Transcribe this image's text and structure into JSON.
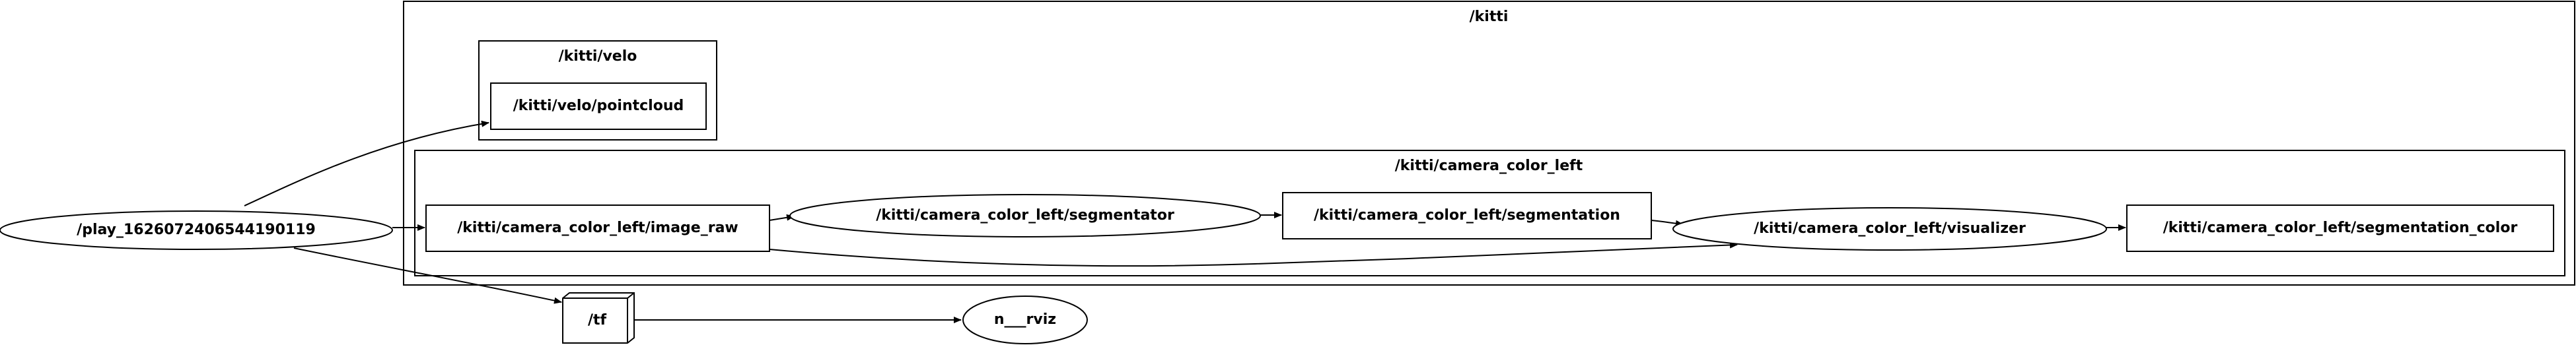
{
  "clusters": {
    "kitti": "/kitti",
    "velo": "/kitti/velo",
    "camera_color_left": "/kitti/camera_color_left"
  },
  "nodes": {
    "play": "/play_1626072406544190119",
    "velo_pointcloud": "/kitti/velo/pointcloud",
    "image_raw": "/kitti/camera_color_left/image_raw",
    "segmentator": "/kitti/camera_color_left/segmentator",
    "segmentation": "/kitti/camera_color_left/segmentation",
    "visualizer": "/kitti/camera_color_left/visualizer",
    "segmentation_color": "/kitti/camera_color_left/segmentation_color",
    "tf": "/tf",
    "rviz": "n___rviz"
  }
}
